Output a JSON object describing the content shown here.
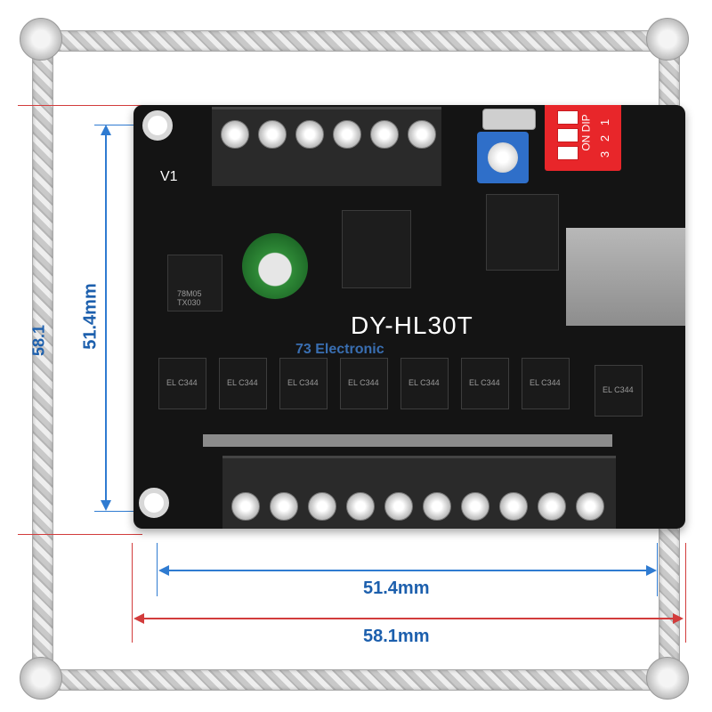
{
  "image": {
    "description_type": "product-photo",
    "colors": {
      "board": "#141414",
      "dimension_blue": "#1c5fad",
      "dimension_red": "#d23c3c",
      "dip_red": "#e8262a",
      "pot_blue": "#2f6fc9",
      "capacitor_green": "#2f8a37",
      "rope_gray": "#c9c9c9"
    }
  },
  "board": {
    "model_label": "DY-HL30T",
    "version_label": "V1",
    "regulator_text": [
      "78M05",
      "TX030"
    ],
    "dip_label": "ON DIP",
    "dip_numbers": [
      "1",
      "2",
      "3"
    ],
    "optocoupler_text": "EL C344"
  },
  "watermark": {
    "text": "73 Electronic"
  },
  "dimensions": {
    "height_label": "51.4mm",
    "width_inner_label": "51.4mm",
    "width_outer_label": "58.1mm",
    "left_partial_label": "58.1"
  }
}
